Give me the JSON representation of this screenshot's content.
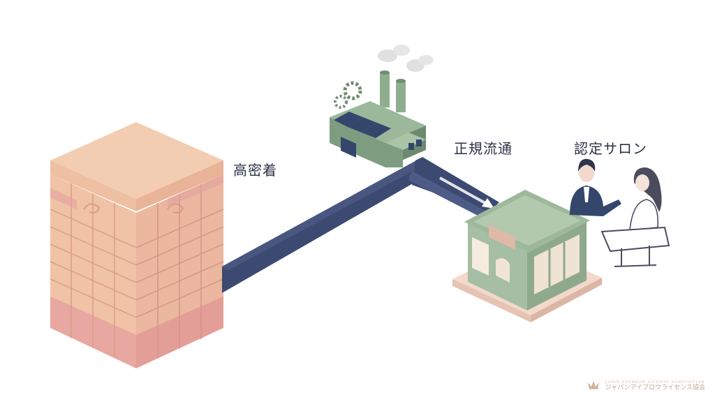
{
  "labels": {
    "adhesion": "高密着",
    "distribution": "正規流通",
    "salon": "認定サロン"
  },
  "footer": {
    "org_en": "JAPAN EYEBROW LICENSE ASSOCIATION",
    "org_jp": "ジャパンアイブロウライセンス協会"
  },
  "colors": {
    "pipe": "#3c4a72",
    "skin_top": "#efc8a9",
    "skin_side": "#eab79c",
    "factory_green": "#7f9e80",
    "factory_navy": "#34466b",
    "shop_green": "#9eb89c",
    "shop_floor": "#f2d9cb"
  }
}
